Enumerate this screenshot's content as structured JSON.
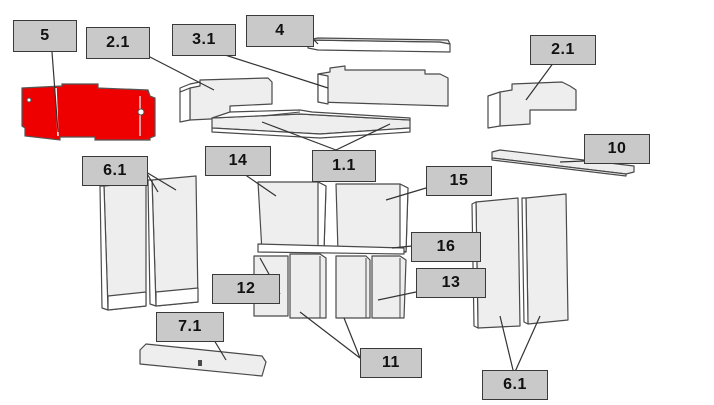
{
  "diagram": {
    "highlight_color": "#ee0000",
    "label_bg": "#c9c9c9",
    "labels": {
      "p5": "5",
      "p2_1_left": "2.1",
      "p3_1": "3.1",
      "p4": "4",
      "p2_1_right": "2.1",
      "p10": "10",
      "p1_1": "1.1",
      "p6_1_left": "6.1",
      "p14": "14",
      "p15": "15",
      "p16": "16",
      "p12": "12",
      "p13": "13",
      "p7_1": "7.1",
      "p11": "11",
      "p6_1_right": "6.1"
    }
  }
}
